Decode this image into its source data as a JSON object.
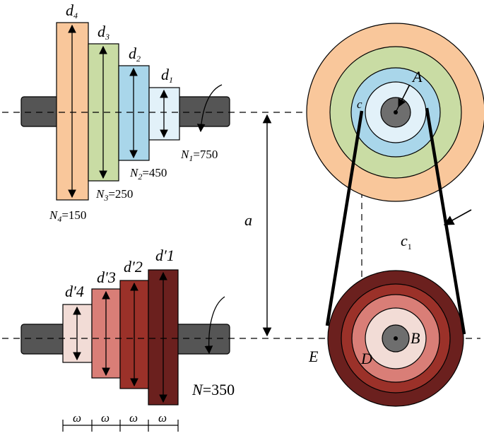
{
  "colors": {
    "shaft": "#555555",
    "pulley_d4": "#f9c79b",
    "pulley_d3": "#c9dca4",
    "pulley_d2": "#a9d6ea",
    "pulley_d1": "#e2f1f9",
    "pulley_dp1": "#6b201e",
    "pulley_dp2": "#9b3129",
    "pulley_dp3": "#d97e77",
    "pulley_dp4": "#f2dcd6",
    "hub": "#6e6e6e"
  },
  "upper_shaft": {
    "labels": {
      "d4": "d",
      "d4_sub": "4",
      "d3": "d",
      "d3_sub": "3",
      "d2": "d",
      "d2_sub": "2",
      "d1": "d",
      "d1_sub": "1"
    },
    "speeds": {
      "n1": {
        "sym": "N",
        "sub": "1",
        "val": "=750"
      },
      "n2": {
        "sym": "N",
        "sub": "2",
        "val": "=450"
      },
      "n3": {
        "sym": "N",
        "sub": "3",
        "val": "=250"
      },
      "n4": {
        "sym": "N",
        "sub": "4",
        "val": "=150"
      }
    }
  },
  "lower_shaft": {
    "labels": {
      "dp1": "d′1",
      "dp2": "d′2",
      "dp3": "d′3",
      "dp4": "d′4"
    },
    "speed": {
      "sym": "N",
      "val": "=350"
    },
    "widths": [
      "ω",
      "ω",
      "ω",
      "ω"
    ]
  },
  "center_distance": "a",
  "points": {
    "A": "A",
    "B": "B",
    "C": "c",
    "D": "D",
    "E": "E"
  },
  "belt_label": {
    "sym": "c",
    "sub": "1"
  }
}
